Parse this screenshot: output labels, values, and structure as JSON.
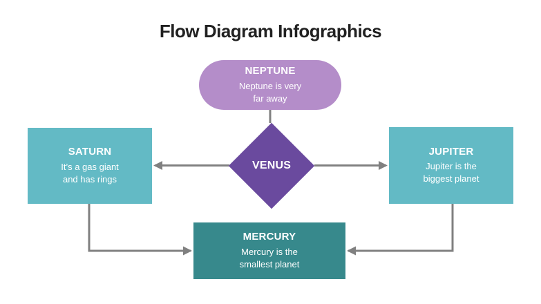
{
  "title": "Flow Diagram Infographics",
  "colors": {
    "background": "#ffffff",
    "title_text": "#212121",
    "neptune_fill": "#b48dc9",
    "venus_fill": "#6a4a9e",
    "saturn_fill": "#63bac5",
    "jupiter_fill": "#63bac5",
    "mercury_fill": "#37898c",
    "node_text": "#ffffff",
    "connector": "#808080"
  },
  "nodes": {
    "neptune": {
      "label": "NEPTUNE",
      "shape": "pill",
      "lines": [
        "Neptune is very",
        "far away"
      ]
    },
    "venus": {
      "label": "VENUS",
      "shape": "diamond",
      "lines": []
    },
    "saturn": {
      "label": "SATURN",
      "shape": "rect",
      "lines": [
        "It’s a gas giant",
        "and has rings"
      ]
    },
    "jupiter": {
      "label": "JUPITER",
      "shape": "rect",
      "lines": [
        "Jupiter is the",
        "biggest planet"
      ]
    },
    "mercury": {
      "label": "MERCURY",
      "shape": "rect",
      "lines": [
        "Mercury is the",
        "smallest planet"
      ]
    }
  },
  "connectors": [
    {
      "id": "neptune-to-venus",
      "from": "neptune",
      "to": "venus",
      "arrow": false
    },
    {
      "id": "venus-to-saturn",
      "from": "venus",
      "to": "saturn",
      "arrow": true
    },
    {
      "id": "venus-to-jupiter",
      "from": "venus",
      "to": "jupiter",
      "arrow": true
    },
    {
      "id": "saturn-to-mercury",
      "from": "saturn",
      "to": "mercury",
      "arrow": true
    },
    {
      "id": "jupiter-to-mercury",
      "from": "jupiter",
      "to": "mercury",
      "arrow": true
    }
  ]
}
